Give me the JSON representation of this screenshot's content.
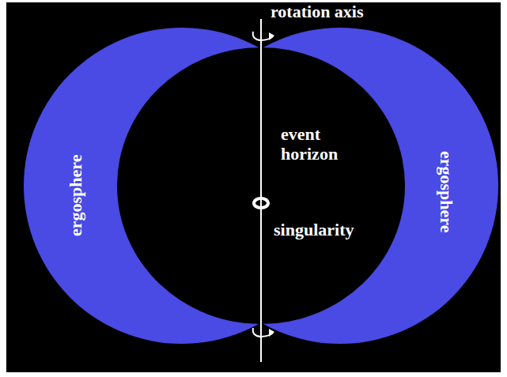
{
  "diagram": {
    "nodes": [
      {
        "text": [
          "ergosphere"
        ]
      },
      {
        "text": [
          "event horizon"
        ]
      },
      {
        "text": [
          "ergosphere"
        ]
      }
    ],
    "labels": [
      "rotation axis",
      "singularity"
    ]
  }
}
